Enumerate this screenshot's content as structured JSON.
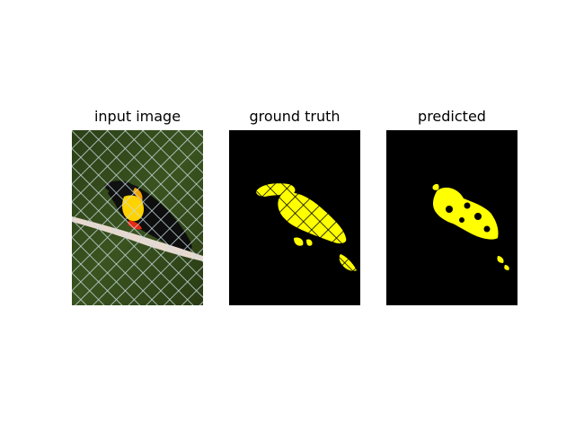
{
  "panels": [
    {
      "title": "input image",
      "content": "photo of a toucan perched on a branch behind a chain-link fence"
    },
    {
      "title": "ground truth",
      "content": "yellow segmentation mask of the toucan on a black background"
    },
    {
      "title": "predicted",
      "content": "yellow predicted segmentation mask on a black background"
    }
  ],
  "colors": {
    "background": "#ffffff",
    "mask_background": "#000000",
    "mask_foreground": "#ffff00",
    "grass": "#33481a",
    "fence": "#c5d8dc",
    "beak": "#ffd300",
    "bird_body": "#0e0e0e",
    "branch": "#e8d9cf"
  }
}
